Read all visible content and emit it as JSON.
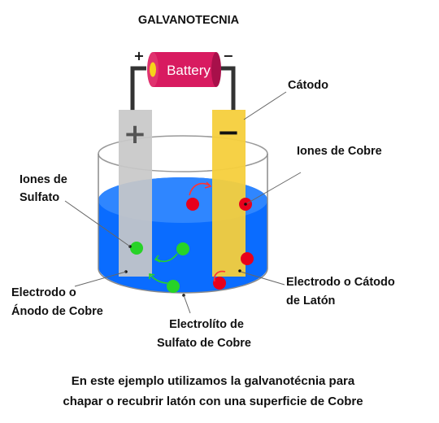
{
  "title": "GALVANOTECNIA",
  "battery": {
    "label": "Battery",
    "plus": "+",
    "minus": "−"
  },
  "electrodes": {
    "anode_sign": "+",
    "cathode_sign": "−"
  },
  "labels": {
    "catodo": "Cátodo",
    "iones_cobre": "Iones de Cobre",
    "iones_sulfato_1": "Iones de",
    "iones_sulfato_2": "Sulfato",
    "anodo_1": "Electrodo o",
    "anodo_2": "Ánodo de Cobre",
    "catodo_laton_1": "Electrodo o Cátodo",
    "catodo_laton_2": "de Latón",
    "electrolito_1": "Electrolíto de",
    "electrolito_2": "Sulfato de Cobre"
  },
  "caption": {
    "line1": "En este ejemplo utilizamos la galvanotécnia para",
    "line2": "chapar o recubrir latón con una superficie de Cobre"
  },
  "colors": {
    "electrolyte": "#0a6cff",
    "anode": "#c8c8c8",
    "cathode": "#f6cf3c",
    "copper_ion": "#e8001b",
    "sulfate_ion": "#27d327",
    "battery_body": "#d81b60",
    "battery_terminal": "#f6d31a",
    "wire": "#333333"
  }
}
